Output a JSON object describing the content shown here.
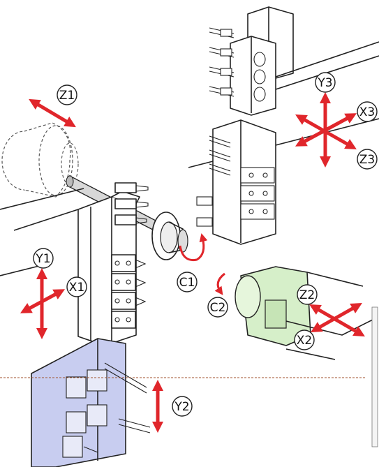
{
  "labels": {
    "z1": "Z1",
    "y1": "Y1",
    "x1": "X1",
    "c1": "C1",
    "y2": "Y2",
    "x2": "X2",
    "z2": "Z2",
    "c2": "C2",
    "y3": "Y3",
    "x3": "X3",
    "z3": "Z3"
  },
  "colors": {
    "arrow_red": "#e0262b",
    "lower_turret_blue": "#c8cdf0",
    "subspindle_green": "#d6efc9",
    "base_line": "#a0522d"
  }
}
